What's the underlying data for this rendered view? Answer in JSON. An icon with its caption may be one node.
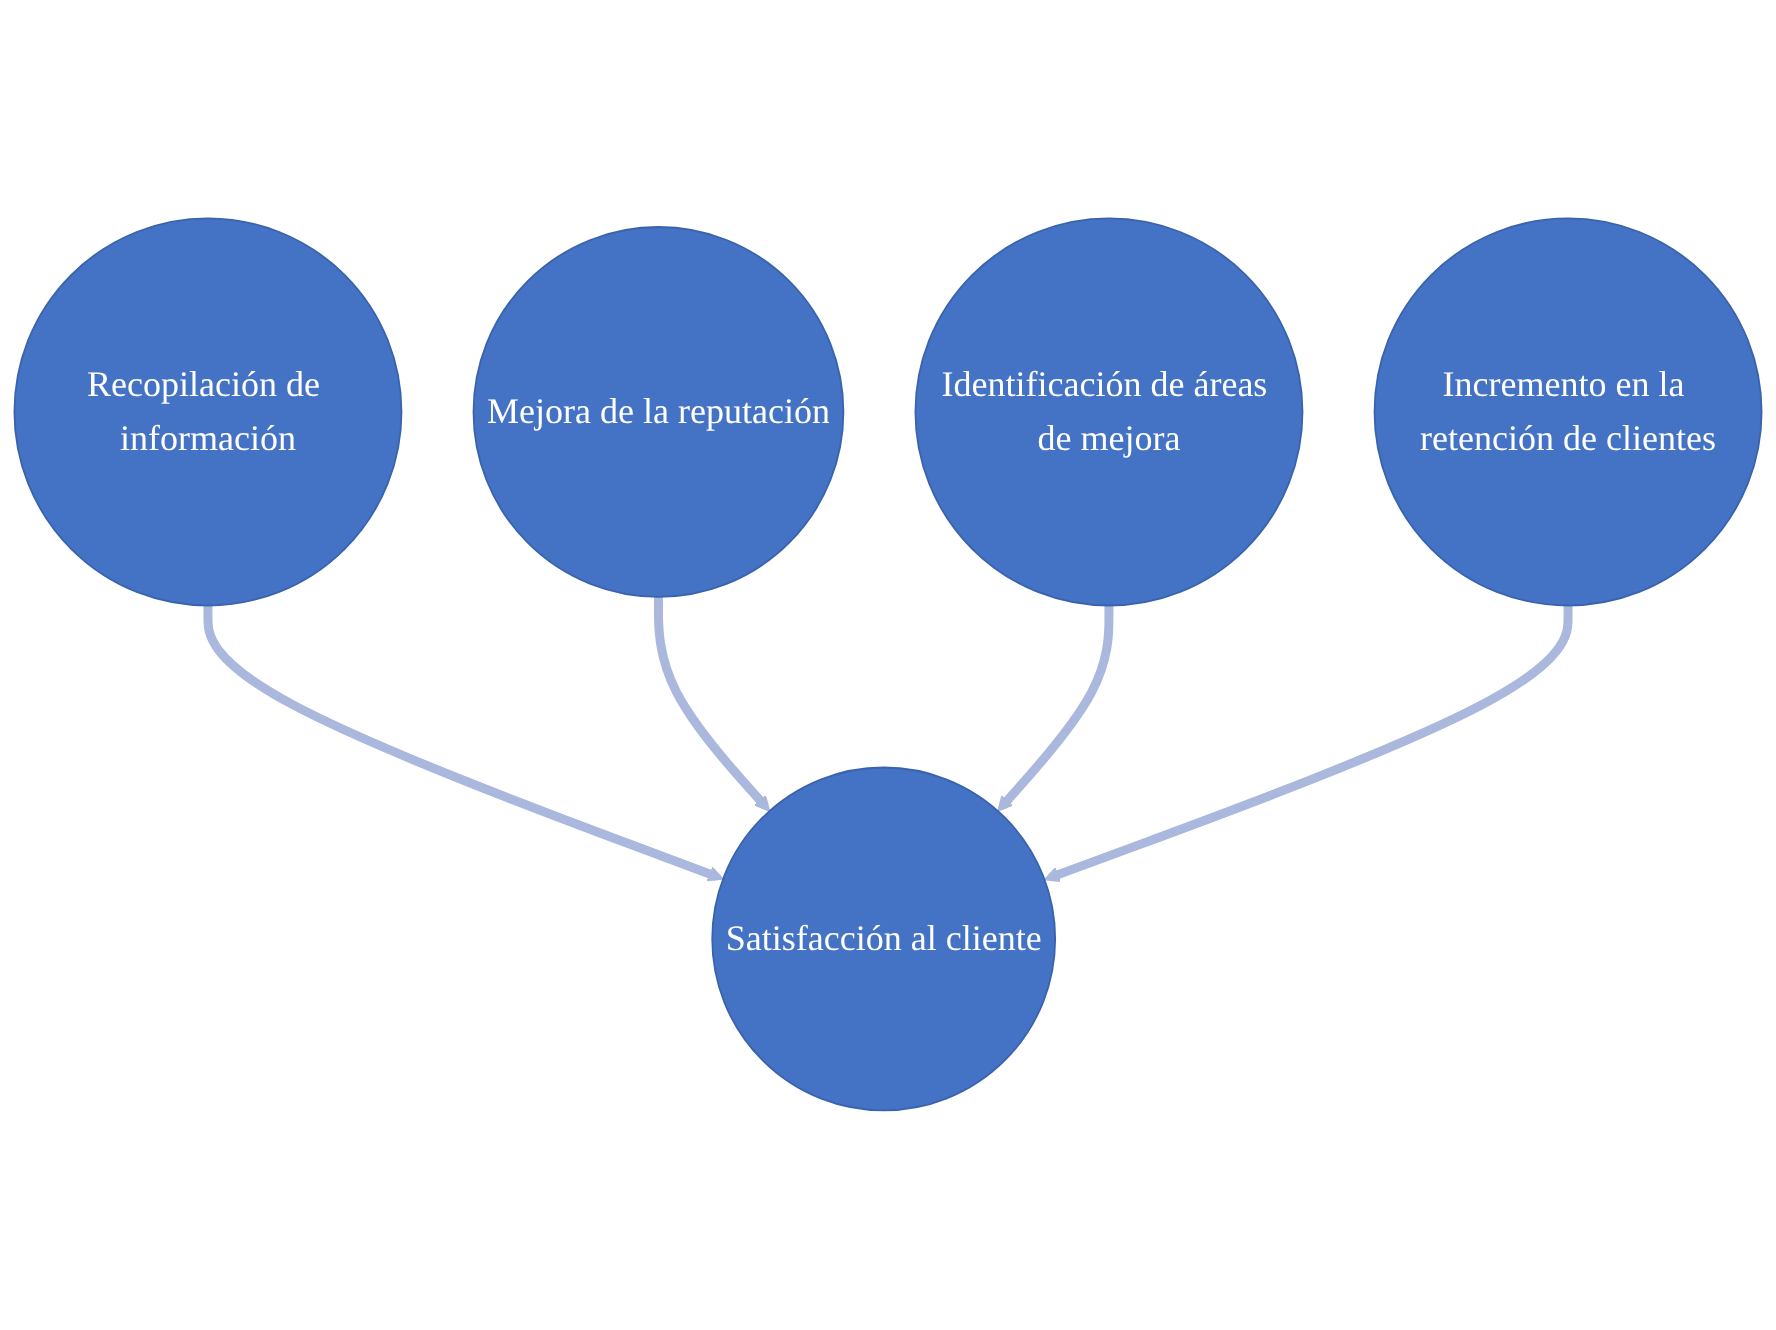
{
  "diagram": {
    "nodes": [
      {
        "text": [
          "Recopilación de información"
        ]
      },
      {
        "text": [
          "Mejora de la reputación"
        ]
      },
      {
        "text": [
          "Satisfacción al cliente"
        ]
      },
      {
        "text": [
          "Identificación de áreas de mejora"
        ]
      },
      {
        "text": [
          "Incremento en la retención de clientes"
        ]
      }
    ],
    "edges": [
      {
        "from": 0,
        "to": 2,
        "arrow": "to"
      },
      {
        "from": 1,
        "to": 2,
        "arrow": "to"
      },
      {
        "from": 3,
        "to": 2,
        "arrow": "to"
      },
      {
        "from": 4,
        "to": 2,
        "arrow": "to"
      }
    ]
  }
}
